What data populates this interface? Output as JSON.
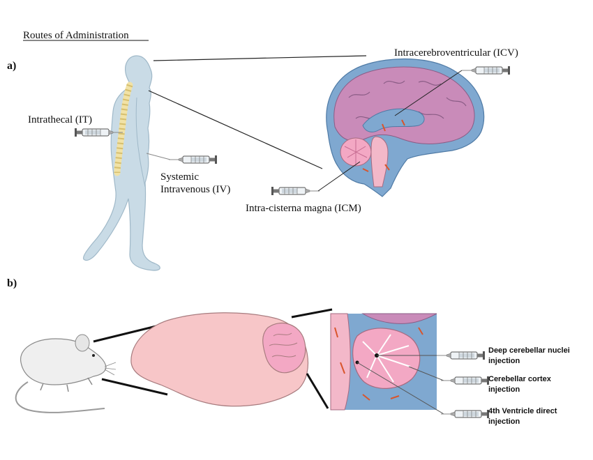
{
  "title": "Routes of Administration",
  "panel_a": {
    "label": "a)",
    "routes": {
      "it": "Intrathecal (IT)",
      "iv_line1": "Systemic",
      "iv_line2": "Intravenous (IV)",
      "icv": "Intracerebroventricular (ICV)",
      "icm": "Intra-cisterna magna (ICM)"
    }
  },
  "panel_b": {
    "label": "b)",
    "injections": {
      "dcn_line1": "Deep cerebellar nuclei",
      "dcn_line2": "injection",
      "cortex_line1": "Cerebellar cortex",
      "cortex_line2": "injection",
      "ventricle_line1": "4th Ventricle direct",
      "ventricle_line2": "injection"
    }
  },
  "colors": {
    "body": "#c9dbe6",
    "body_outline": "#9fb8c8",
    "spine": "#f1e2a6",
    "brain_pink": "#c98bb9",
    "csf_blue": "#7fa8d0",
    "mouse_brain": "#f7c6c8",
    "cerebellum": "#f3a8c4",
    "vessel_red": "#d9542b"
  }
}
